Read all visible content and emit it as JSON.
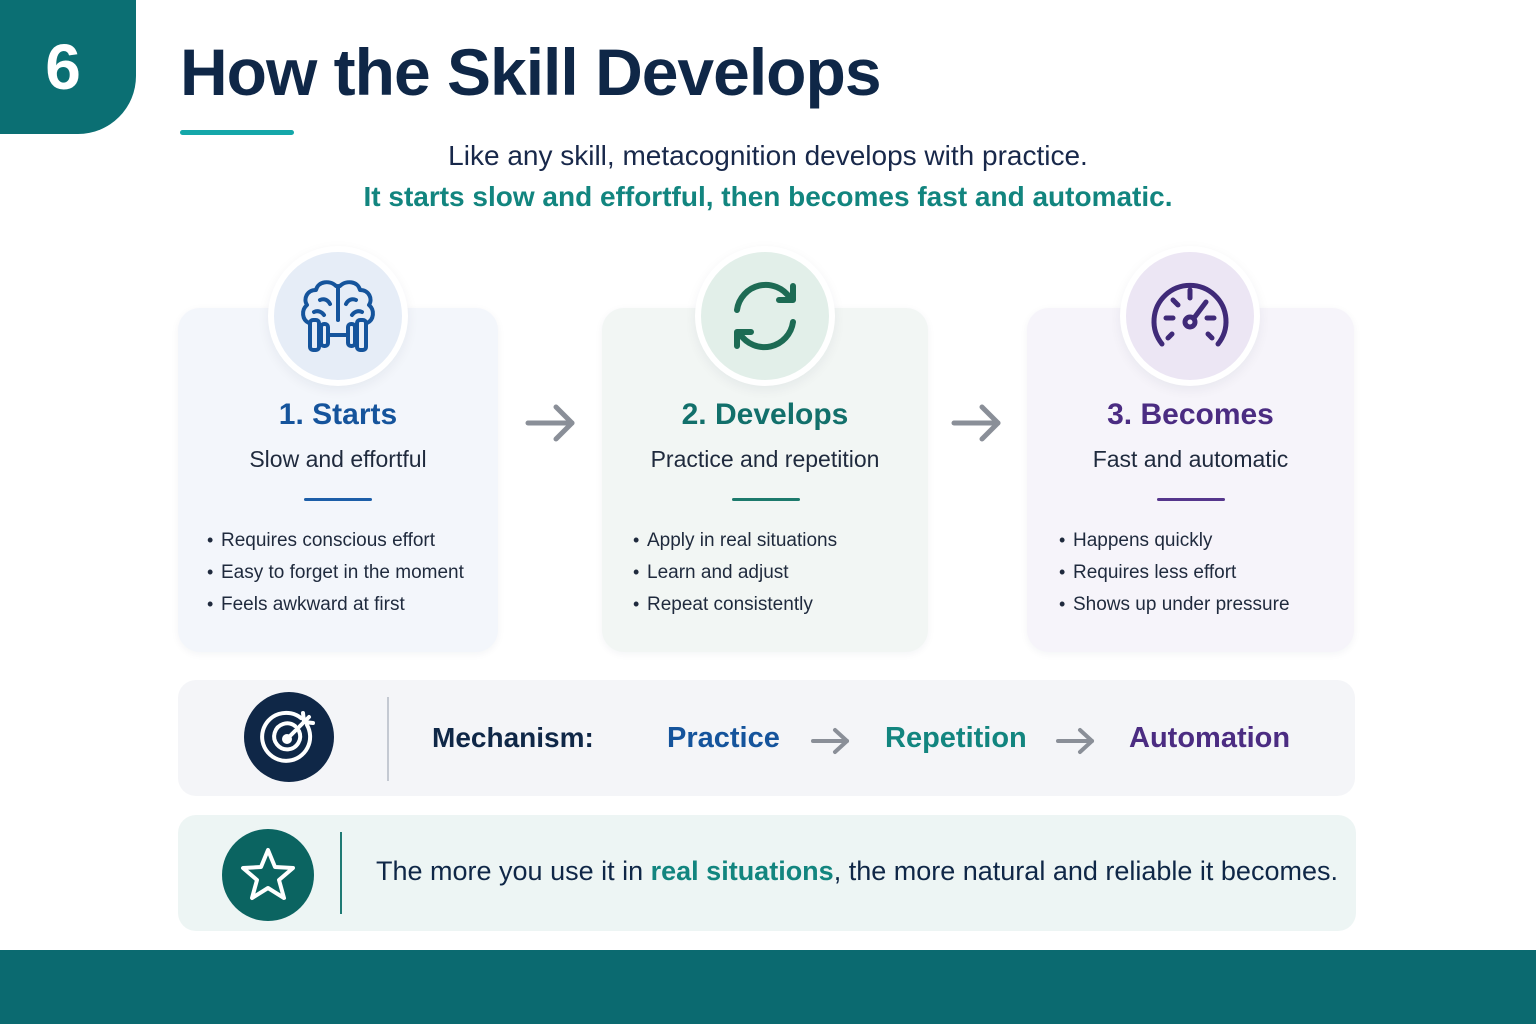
{
  "header": {
    "slide_number": "6",
    "title": "How the Skill Develops",
    "subtitle_line1": "Like any skill, metacognition develops with practice.",
    "subtitle_line2": "It starts slow and effortful, then becomes fast and automatic."
  },
  "stages": [
    {
      "title": "1. Starts",
      "subtitle": "Slow and effortful",
      "icon": "brain-dumbbell-icon",
      "color": "#15549c",
      "bullets": [
        "Requires conscious effort",
        "Easy to forget in the moment",
        "Feels awkward at first"
      ]
    },
    {
      "title": "2. Develops",
      "subtitle": "Practice and repetition",
      "icon": "refresh-cycle-icon",
      "color": "#12706b",
      "bullets": [
        "Apply in real situations",
        "Learn and adjust",
        "Repeat consistently"
      ]
    },
    {
      "title": "3. Becomes",
      "subtitle": "Fast and automatic",
      "icon": "speedometer-icon",
      "color": "#4b2c82",
      "bullets": [
        "Happens quickly",
        "Requires less effort",
        "Shows up under pressure"
      ]
    }
  ],
  "mechanism": {
    "icon": "target-icon",
    "label": "Mechanism:",
    "steps": [
      "Practice",
      "Repetition",
      "Automation"
    ]
  },
  "takeaway": {
    "icon": "star-icon",
    "text_before": "The more you use it in ",
    "highlight": "real situations",
    "text_after": ", the more natural and reliable it becomes."
  },
  "colors": {
    "teal": "#0b6f73",
    "navy": "#0f2747",
    "blue": "#15549c",
    "green": "#12706b",
    "purple": "#4b2c82",
    "accent": "#14a7a9"
  }
}
